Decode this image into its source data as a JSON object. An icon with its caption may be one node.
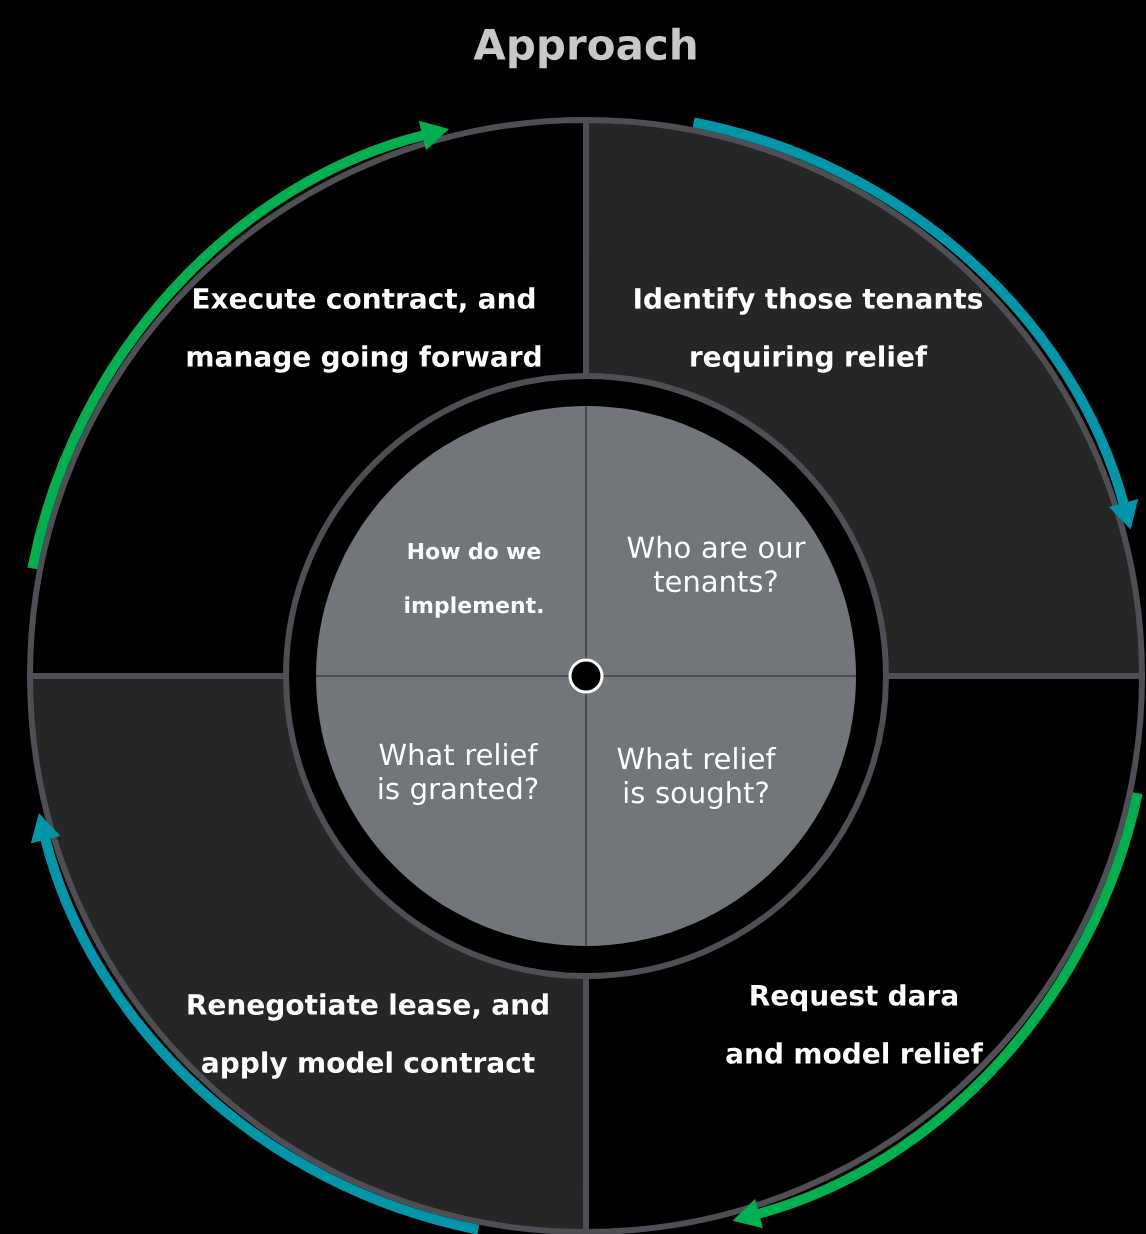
{
  "diagram": {
    "title": "Approach",
    "nodes": [
      {
        "text": [
          "Execute contract, and manage going forward"
        ]
      },
      {
        "text": [
          "Identify those tenants requiring relief"
        ]
      },
      {
        "text": [
          "How do we implement.",
          "Who are our tenants?",
          "What relief is granted?",
          "What relief is sought?"
        ]
      },
      {
        "text": [
          "Renegotiate lease, and apply model contract"
        ]
      },
      {
        "text": [
          "Request dara and model relief"
        ]
      }
    ]
  }
}
